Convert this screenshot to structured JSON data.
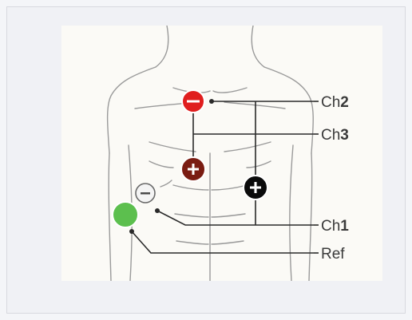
{
  "diagram": {
    "labels": {
      "ch2": {
        "prefix": "Ch",
        "number": "2"
      },
      "ch3": {
        "prefix": "Ch",
        "number": "3"
      },
      "ch1": {
        "prefix": "Ch",
        "number": "1"
      },
      "ref": "Ref"
    },
    "electrodes": [
      {
        "name": "electrode-red-negative",
        "color": "#e01e1e",
        "symbol": "−"
      },
      {
        "name": "electrode-dark-red-positive",
        "color": "#7a1c12",
        "symbol": "+"
      },
      {
        "name": "electrode-black-positive",
        "color": "#0b0b0b",
        "symbol": "+"
      },
      {
        "name": "electrode-white-negative",
        "color": "#f4f4f4",
        "symbol": "−"
      },
      {
        "name": "electrode-green-reference",
        "color": "#5cbf4e",
        "symbol": ""
      }
    ],
    "colors": {
      "outline": "#9a9a9a",
      "wire": "#2a2a2a",
      "background": "#fbfaf6"
    }
  }
}
